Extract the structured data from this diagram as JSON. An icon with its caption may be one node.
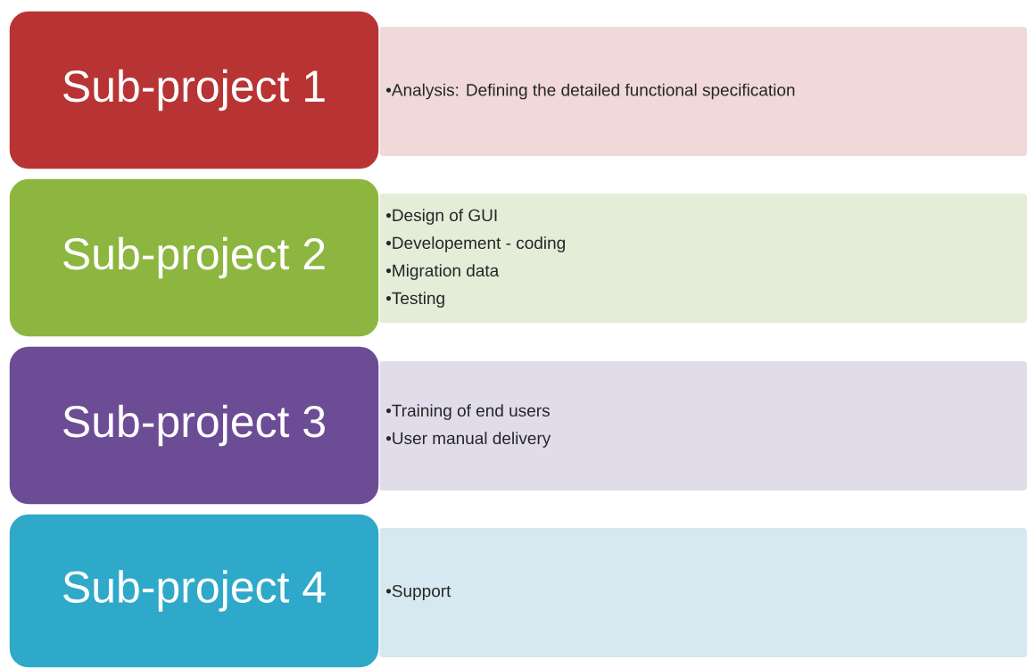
{
  "diagram": {
    "nodes": [
      {
        "text": [
          "Sub-project 1"
        ]
      },
      {
        "text": [
          "•Analysis: Defining the detailed functional specification"
        ]
      },
      {
        "text": [
          "Sub-project 2"
        ]
      },
      {
        "text": [
          "•Design of GUI",
          "•Developement - coding",
          "•Migration data",
          "•Testing"
        ]
      },
      {
        "text": [
          "Sub-project 3"
        ]
      },
      {
        "text": [
          "•Training of end users",
          "•User manual delivery"
        ]
      },
      {
        "text": [
          "Sub-project 4"
        ]
      },
      {
        "text": [
          "•Support"
        ]
      }
    ]
  }
}
